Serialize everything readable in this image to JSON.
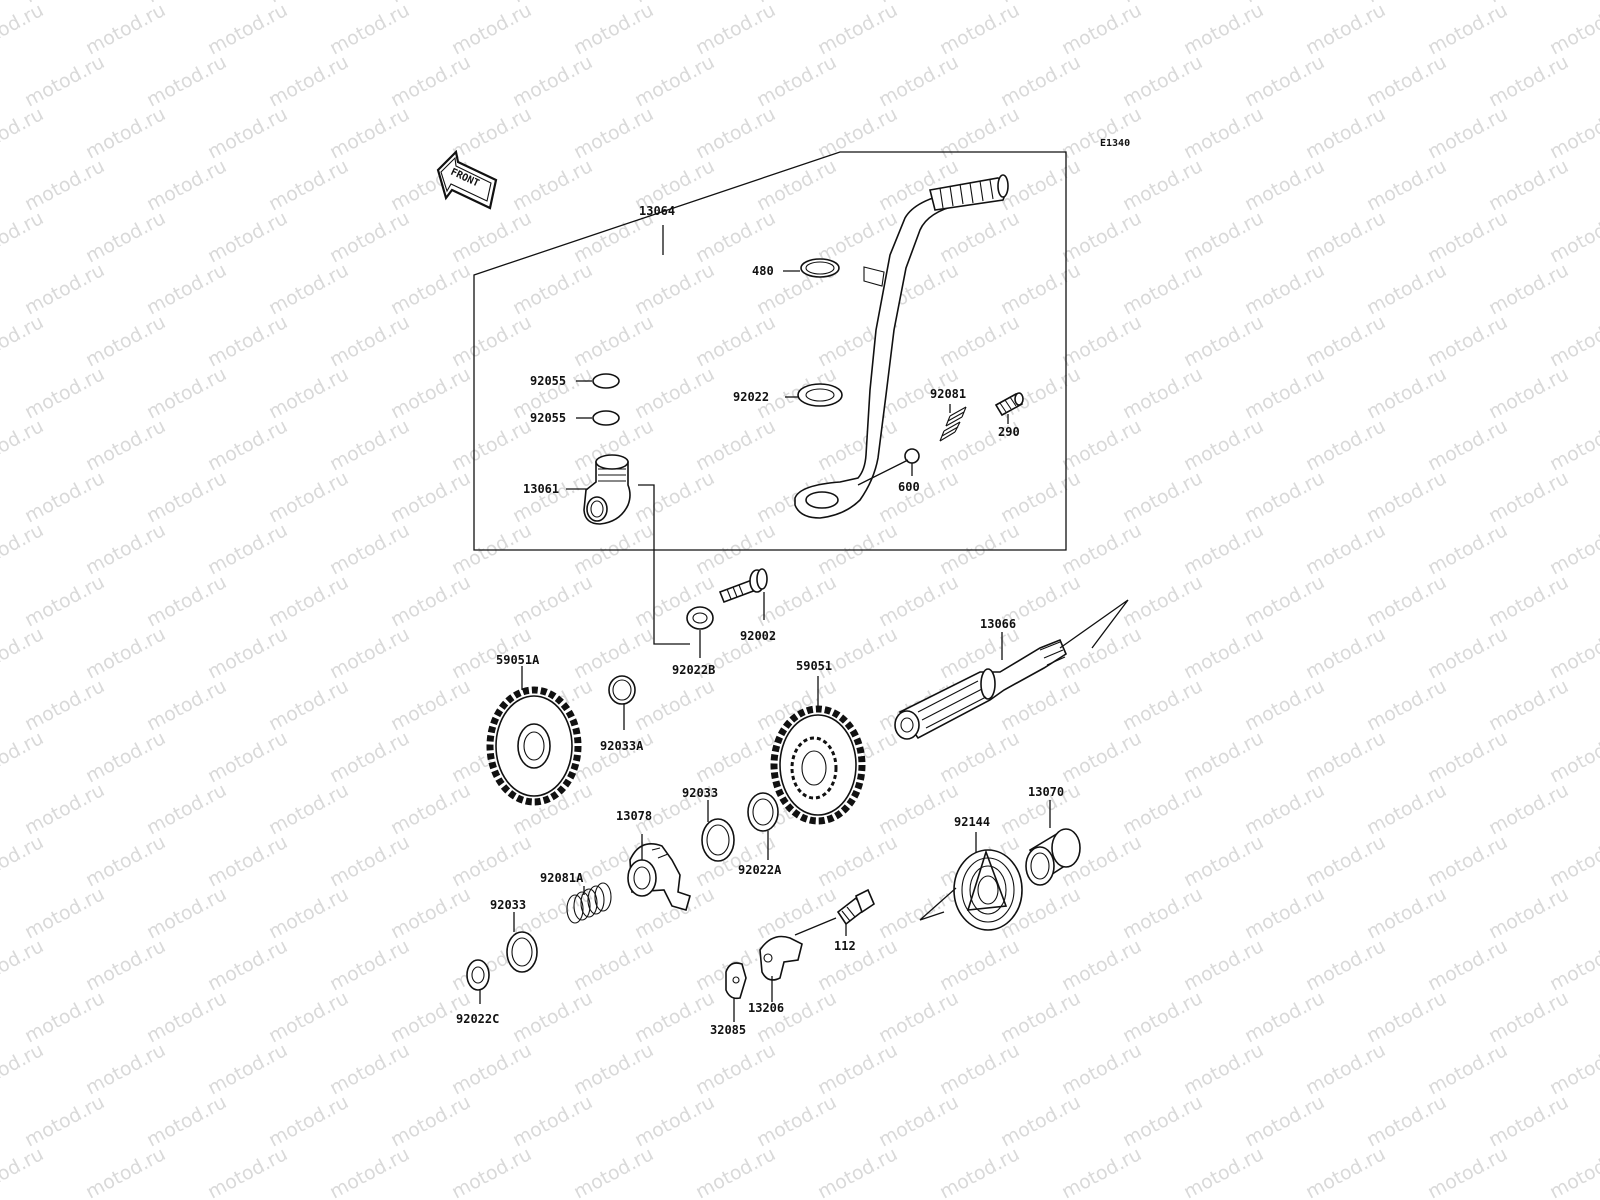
{
  "diagram": {
    "code": "E1340",
    "front_label": "FRONT",
    "watermark": "motod.ru",
    "colors": {
      "line": "#111111",
      "background": "#ffffff",
      "watermark": "#d9d9d9"
    }
  },
  "parts": {
    "p13064": "13064",
    "p480": "480",
    "p92022": "92022",
    "p92081": "92081",
    "p290": "290",
    "p600": "600",
    "p92055a": "92055",
    "p92055b": "92055",
    "p13061": "13061",
    "p92002": "92002",
    "p92022B": "92022B",
    "p13066": "13066",
    "p59051A": "59051A",
    "p92033A": "92033A",
    "p59051": "59051",
    "p92033": "92033",
    "p13078": "13078",
    "p92022A": "92022A",
    "p13070": "13070",
    "p92144": "92144",
    "p92081A": "92081A",
    "p92033b": "92033",
    "p92022C": "92022C",
    "p112": "112",
    "p13206": "13206",
    "p32085": "32085"
  }
}
